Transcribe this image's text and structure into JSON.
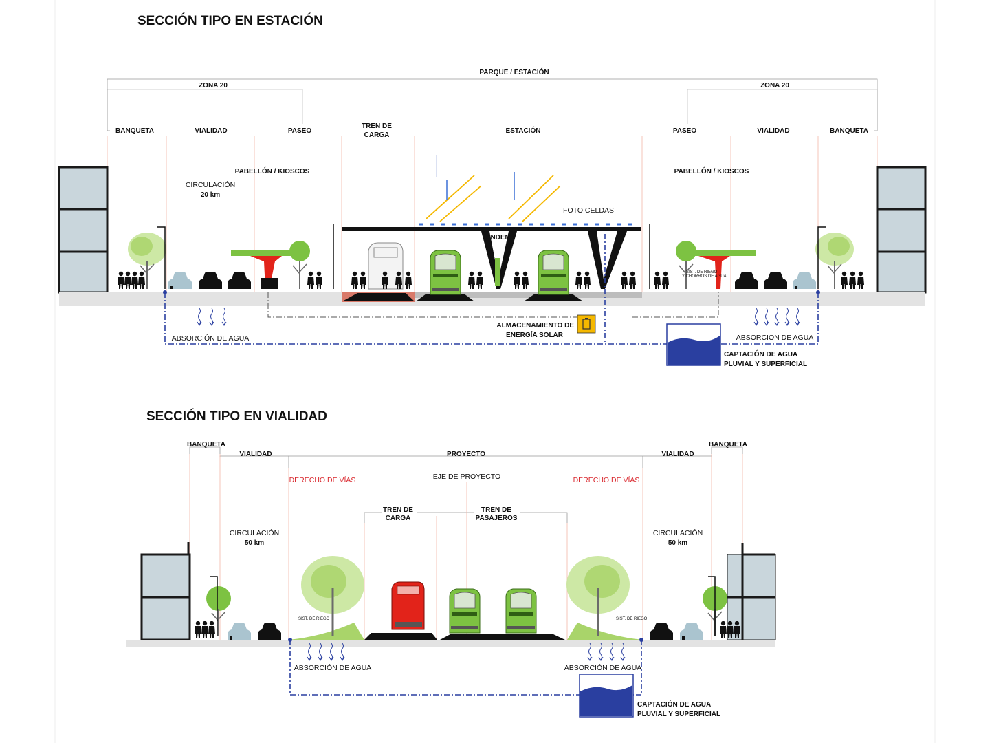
{
  "section1": {
    "title": "SECCIÓN TIPO EN ESTACIÓN",
    "parque": "PARQUE / ESTACIÓN",
    "zona_left": "ZONA 20",
    "zona_right": "ZONA 20",
    "zones": {
      "banqueta_l": "BANQUETA",
      "vialidad_l": "VIALIDAD",
      "paseo_l": "PASEO",
      "tren_carga_1": "TREN DE",
      "tren_carga_2": "CARGA",
      "estacion": "ESTACIÓN",
      "paseo_r": "PASEO",
      "vialidad_r": "VIALIDAD",
      "banqueta_r": "BANQUETA"
    },
    "pabellon_l": "PABELLÓN / KIOSCOS",
    "pabellon_r": "PABELLÓN / KIOSCOS",
    "circulacion": "CIRCULACIÓN",
    "circulacion_speed": "20 km",
    "foto_celdas": "FOTO CELDAS",
    "anden": "ANDEN",
    "sist_riego_1": "SIST. DE RIEGO",
    "sist_riego_2": "Y CHORROS DE AGUA",
    "almacenamiento_1": "ALMACENAMIENTO DE",
    "almacenamiento_2": "ENERGÍA SOLAR",
    "absorcion_l": "ABSORCIÓN DE AGUA",
    "absorcion_r": "ABSORCIÓN DE AGUA",
    "captacion_1": "CAPTACIÓN DE AGUA",
    "captacion_2": "PLUVIAL Y SUPERFICIAL"
  },
  "section2": {
    "title": "SECCIÓN TIPO EN VIALIDAD",
    "banqueta_l": "BANQUETA",
    "vialidad_l": "VIALIDAD",
    "proyecto": "PROYECTO",
    "vialidad_r": "VIALIDAD",
    "banqueta_r": "BANQUETA",
    "derecho_l": "DERECHO DE VÍAS",
    "derecho_r": "DERECHO DE VÍAS",
    "eje": "EJE DE PROYECTO",
    "tren_carga_1": "TREN DE",
    "tren_carga_2": "CARGA",
    "tren_pas_1": "TREN DE",
    "tren_pas_2": "PASAJEROS",
    "circulacion_l": "CIRCULACIÓN",
    "circulacion_l_speed": "50 km",
    "circulacion_r": "CIRCULACIÓN",
    "circulacion_r_speed": "50 km",
    "sist_riego_l": "SIST. DE RIEGO",
    "sist_riego_r": "SIST. DE RIEGO",
    "absorcion_l": "ABSORCIÓN DE AGUA",
    "absorcion_r": "ABSORCIÓN DE AGUA",
    "captacion_1": "CAPTACIÓN DE AGUA",
    "captacion_2": "PLUVIAL Y SUPERFICIAL"
  },
  "colors": {
    "train_green": "#7dc242",
    "freight_red": "#e2231a",
    "water_blue": "#2a3fa0",
    "solar_yellow": "#f5b800",
    "right_of_way_red": "#d9262c"
  }
}
